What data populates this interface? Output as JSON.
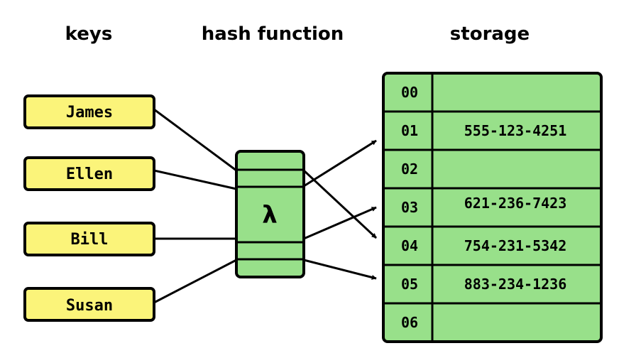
{
  "headings": {
    "keys": "keys",
    "hash_function": "hash function",
    "storage": "storage"
  },
  "keys": [
    "James",
    "Ellen",
    "Bill",
    "Susan"
  ],
  "hash_symbol": "λ",
  "buckets": [
    {
      "index": "00",
      "value": ""
    },
    {
      "index": "01",
      "value": "555-123-4251"
    },
    {
      "index": "02",
      "value": ""
    },
    {
      "index": "03",
      "value": "621-236-7423"
    },
    {
      "index": "04",
      "value": "754-231-5342"
    },
    {
      "index": "05",
      "value": "883-234-1236"
    },
    {
      "index": "06",
      "value": ""
    }
  ],
  "mapping": [
    {
      "key": "James",
      "bucket": "04"
    },
    {
      "key": "Ellen",
      "bucket": "01"
    },
    {
      "key": "Bill",
      "bucket": "03"
    },
    {
      "key": "Susan",
      "bucket": "05"
    }
  ],
  "colors": {
    "key_fill": "#fbf47a",
    "hash_fill": "#98e08a",
    "storage_fill": "#98e08a",
    "stroke": "#000000"
  }
}
